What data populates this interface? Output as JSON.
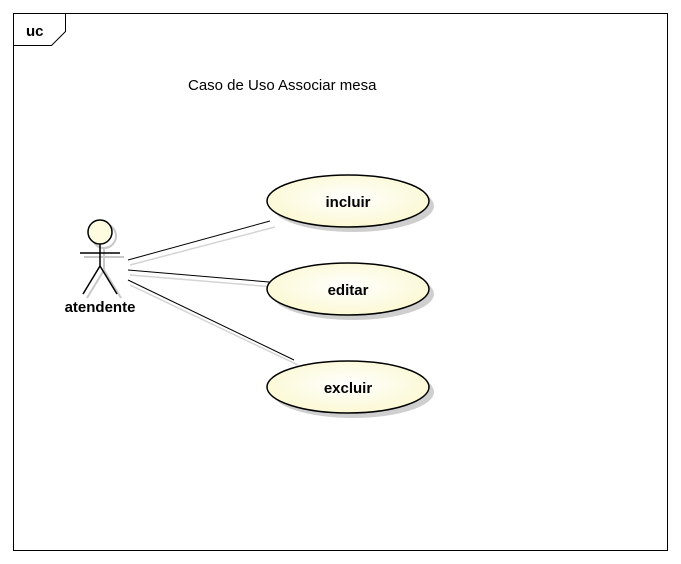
{
  "frame": {
    "label": "uc"
  },
  "diagram_title": "Caso de Uso Associar mesa",
  "actor": {
    "name": "atendente"
  },
  "use_cases": [
    {
      "label": "incluir"
    },
    {
      "label": "editar"
    },
    {
      "label": "excluir"
    }
  ],
  "colors": {
    "use_case_fill": "#fdfce0",
    "actor_fill": "#fdfce0",
    "stroke": "#000000",
    "shadow": "#c8c8c8"
  }
}
